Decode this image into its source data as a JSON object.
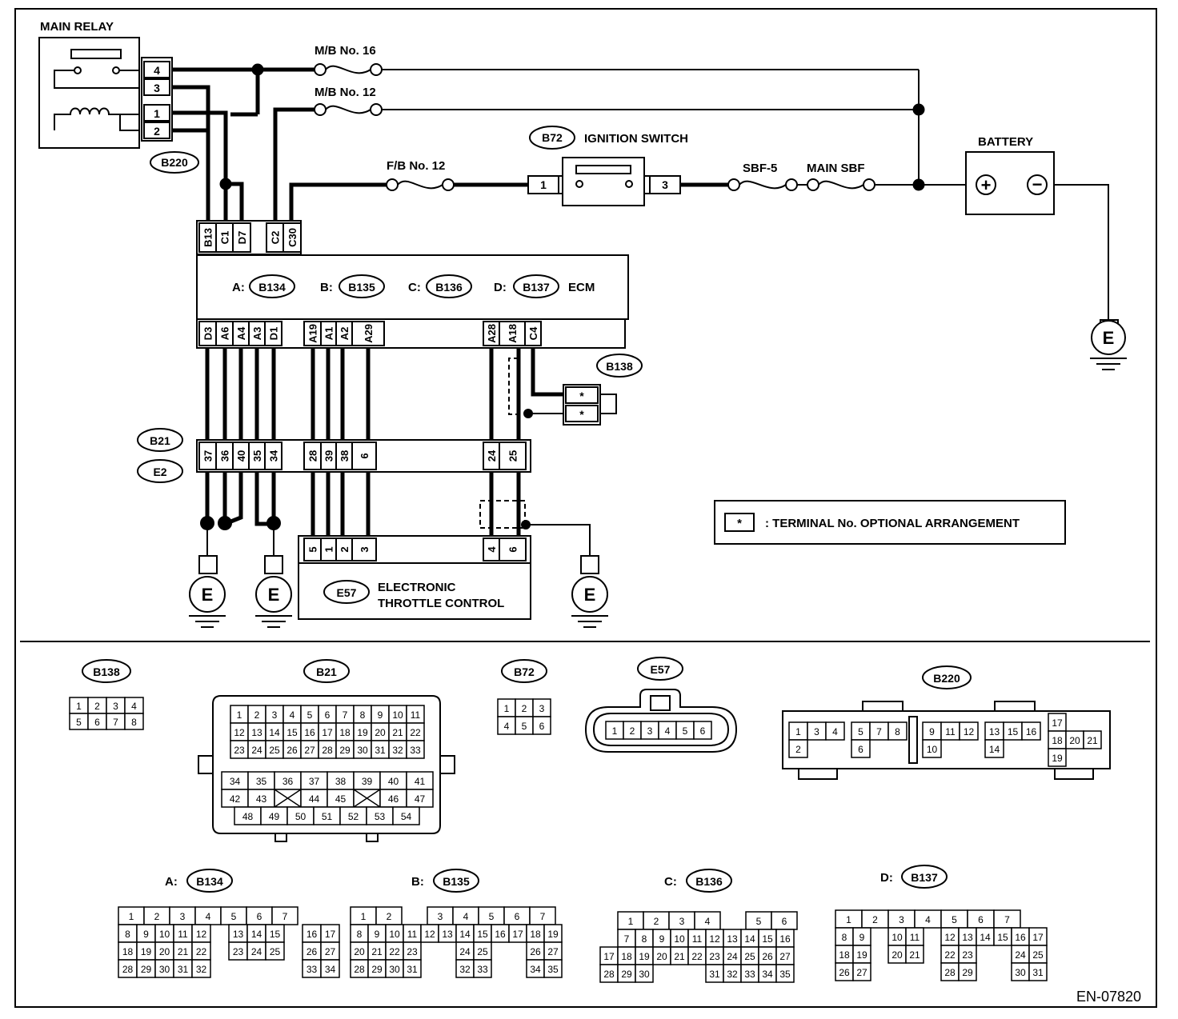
{
  "labels": {
    "main_relay": "MAIN RELAY",
    "mb16": "M/B No. 16",
    "mb12": "M/B No. 12",
    "fb12": "F/B No. 12",
    "ignition_switch": "IGNITION SWITCH",
    "battery": "BATTERY",
    "sbf5": "SBF-5",
    "main_sbf": "MAIN SBF",
    "ecm": "ECM",
    "etc_line1": "ELECTRONIC",
    "etc_line2": "THROTTLE CONTROL",
    "legend": ": TERMINAL No. OPTIONAL ARRANGEMENT",
    "ground": "E",
    "doc_code": "EN-07820",
    "prefix_a": "A:",
    "prefix_b": "B:",
    "prefix_c": "C:",
    "prefix_d": "D:"
  },
  "connector_ids": {
    "b220": "B220",
    "b72": "B72",
    "b134": "B134",
    "b135": "B135",
    "b136": "B136",
    "b137": "B137",
    "b138": "B138",
    "b21": "B21",
    "e2": "E2",
    "e57": "E57"
  },
  "relay_pins": [
    "4",
    "3",
    "1",
    "2"
  ],
  "ign_pins": [
    "1",
    "3"
  ],
  "ecm_top_pins": [
    "B13",
    "C1",
    "D7",
    "",
    "C2",
    "C30"
  ],
  "ecm_bottom_pins": [
    "D3",
    "A6",
    "A4",
    "A3",
    "D1",
    "",
    "A19",
    "A1",
    "A2",
    "A29",
    "",
    "A28",
    "A18",
    "C4"
  ],
  "b21_pins": [
    "37",
    "36",
    "40",
    "35",
    "34",
    "",
    "28",
    "39",
    "38",
    "6",
    "",
    "24",
    "25"
  ],
  "etc_pins": [
    "5",
    "1",
    "2",
    "3",
    "",
    "4",
    "6"
  ],
  "b138_pins": [
    "*",
    "*"
  ],
  "legend_star": "*",
  "battery_terms": [
    "+",
    "−"
  ]
}
